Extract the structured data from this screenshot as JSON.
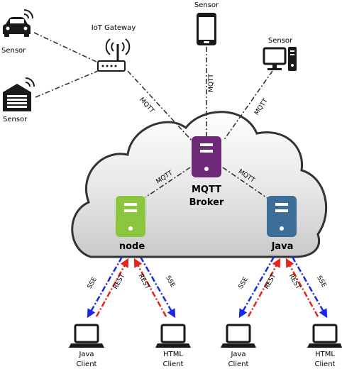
{
  "colors": {
    "broker": "#6e2a78",
    "node": "#8cc63f",
    "java": "#3d6e99",
    "sse_arrow": "#1b27e8",
    "rest_arrow": "#e8231b",
    "link": "#333333"
  },
  "sensors": [
    {
      "id": "car",
      "label": "Sensor",
      "icon": "car-icon"
    },
    {
      "id": "garage",
      "label": "Sensor",
      "icon": "garage-icon"
    },
    {
      "id": "phone",
      "label": "Sensor",
      "icon": "phone-icon"
    },
    {
      "id": "computer",
      "label": "Sensor",
      "icon": "computer-icon"
    }
  ],
  "gateway": {
    "label": "IoT Gateway",
    "icon": "router-icon"
  },
  "broker": {
    "line1": "MQTT",
    "line2": "Broker"
  },
  "servers": {
    "node": "node",
    "java": "Java"
  },
  "links": {
    "mqtt": "MQTT"
  },
  "arrows": {
    "sse": "SSE",
    "rest": "REST"
  },
  "clients": [
    {
      "line1": "Java",
      "line2": "Client"
    },
    {
      "line1": "HTML",
      "line2": "Client"
    },
    {
      "line1": "Java",
      "line2": "Client"
    },
    {
      "line1": "HTML",
      "line2": "Client"
    }
  ]
}
